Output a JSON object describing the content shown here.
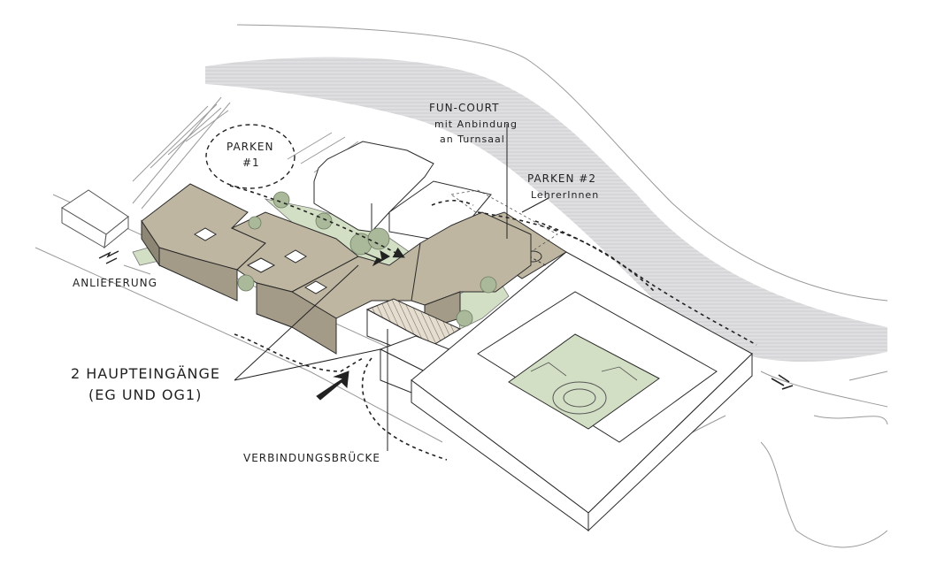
{
  "labels": {
    "fun_court_line1": "FUN-COURT",
    "fun_court_line2": "mit Anbindung",
    "fun_court_line3": "an Turnsaal",
    "parken1_line1": "PARKEN",
    "parken1_line2": "#1",
    "parken2_line1": "PARKEN #2",
    "parken2_line2": "LehrerInnen",
    "anlieferung": "ANLIEFERUNG",
    "haupteingaenge_line1": "2  HAUPTEINGÄNGE",
    "haupteingaenge_line2": "(EG UND OG1)",
    "verbindungsbruecke": "VERBINDUNGSBRÜCKE"
  },
  "colors": {
    "building_roof": "#bfb6a2",
    "building_edge": "#2a2a2a",
    "green_space": "#d3dfc4",
    "tree": "#a9b99a",
    "road_band": "#d6d6d8",
    "line": "#222222"
  }
}
